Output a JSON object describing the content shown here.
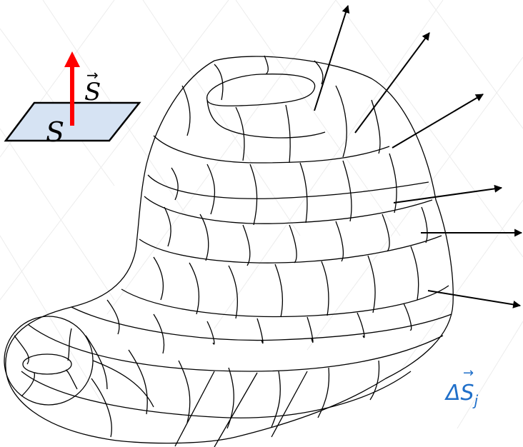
{
  "diagram": {
    "plane_label": "S",
    "vector_label": "S",
    "element_label_prefix": "Δ",
    "element_label": "S",
    "element_subscript": "j"
  },
  "colors": {
    "plane_fill": "#d6e3f3",
    "vector": "#ff0000",
    "element_label": "#1f6fc9",
    "ink": "#000000",
    "background_pattern": "#e9e9e9"
  }
}
